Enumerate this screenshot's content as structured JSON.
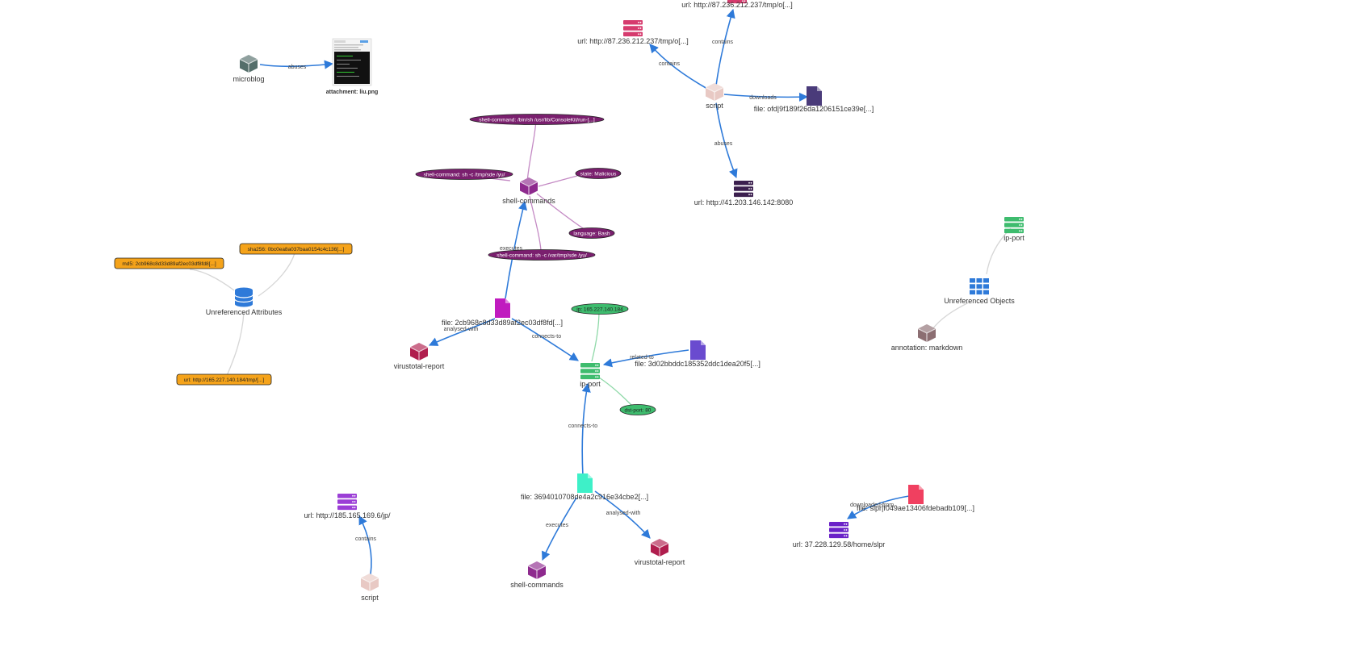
{
  "nodes": {
    "microblog": {
      "label": "microblog",
      "color": "#546e6a",
      "icon": "cube-icon"
    },
    "attachment": {
      "label": "attachment: liu.png",
      "icon": "image-thumbnail"
    },
    "url_top_right": {
      "label": "url: http://87.236.212.237/tmp/o[...]",
      "color": "#d63b6e",
      "icon": "server-icon"
    },
    "url_top_left": {
      "label": "url: http://87.236.212.237/tmp/o[...]",
      "color": "#d63b6e",
      "icon": "server-icon"
    },
    "script_top": {
      "label": "script",
      "color": "#e8c9c4",
      "icon": "cube-icon"
    },
    "file_ofd": {
      "label": "file: ofd|9f189f26da1206151ce39e[...]",
      "color": "#4a3b7a",
      "icon": "file-icon"
    },
    "url_41": {
      "label": "url: http://41.203.146.142:8080",
      "color": "#3b1f4e",
      "icon": "server-icon"
    },
    "shell_commands_main": {
      "label": "shell-commands",
      "color": "#8e2a8e",
      "icon": "cube-icon"
    },
    "file_2cb": {
      "label": "file: 2cb968c8d33d89af2ec03df8fd[...]",
      "color": "#c01bbf",
      "icon": "file-icon"
    },
    "virustotal_left": {
      "label": "virustotal-report",
      "color": "#b01e4e",
      "icon": "cube-icon"
    },
    "ip_port_center": {
      "label": "ip-port",
      "color": "#3ebc6e",
      "icon": "server-icon"
    },
    "file_3d0": {
      "label": "file: 3d02bbddc185352ddc1dea20f5[...]",
      "color": "#6a4bcf",
      "icon": "file-icon"
    },
    "file_369": {
      "label": "file: 3694010708de4a2c916e34cbe2[...]",
      "color": "#3ef0c8",
      "icon": "file-icon"
    },
    "shell_commands_bottom": {
      "label": "shell-commands",
      "color": "#8e2a8e",
      "icon": "cube-icon"
    },
    "virustotal_bottom": {
      "label": "virustotal-report",
      "color": "#b01e4e",
      "icon": "cube-icon"
    },
    "unref_attrs": {
      "label": "Unreferenced Attributes",
      "color": "#2e7ad9",
      "icon": "database-icon"
    },
    "url_185": {
      "label": "url: http://185.165.169.6/jp/",
      "color": "#9b3ed6",
      "icon": "server-icon"
    },
    "script_bottom": {
      "label": "script",
      "color": "#e8c9c4",
      "icon": "cube-icon"
    },
    "ip_port_right": {
      "label": "ip-port",
      "color": "#3ebc6e",
      "icon": "server-icon"
    },
    "unref_objects": {
      "label": "Unreferenced Objects",
      "color": "#2e7ad9",
      "icon": "grid-icon"
    },
    "annotation_markdown": {
      "label": "annotation: markdown",
      "color": "#8c6e72",
      "icon": "cube-icon"
    },
    "file_slpr": {
      "label": "file: slpr|f049ae13406fdebadb109[...]",
      "color": "#f04060",
      "icon": "file-icon"
    },
    "url_37": {
      "label": "url: 37.228.129.58/home/slpr",
      "color": "#6a22c8",
      "icon": "server-icon"
    }
  },
  "attributes": {
    "sc_consolekit": {
      "label": "shell-command: /bin/sh /usr/lib/ConsoleKit/run-[...]",
      "fill": "#7a1f6e"
    },
    "sc_tmp": {
      "label": "shell-command: sh -c /tmp/sde /yu/",
      "fill": "#7a1f6e"
    },
    "state": {
      "label": "state: Malicious",
      "fill": "#7a1f6e"
    },
    "language": {
      "label": "language: Bash",
      "fill": "#7a1f6e"
    },
    "sc_vartmp": {
      "label": "shell-command: sh -c /var/tmp/sde /yu/",
      "fill": "#7a1f6e"
    },
    "ip": {
      "label": "ip: 165.227.140.184",
      "fill": "#3ebc6e"
    },
    "dst_port": {
      "label": "dst-port: 80",
      "fill": "#3ebc6e"
    },
    "sha256": {
      "label": "sha256: 0bc0ea8a037baa0154c4c136[...]",
      "fill": "#f5a31a"
    },
    "md5": {
      "label": "md5: 2cb968c8d33d89af2ec03df8fd8[...]",
      "fill": "#f5a31a"
    },
    "url_165": {
      "label": "url: http://165.227.140.184/tmp/[...]",
      "fill": "#f5a31a"
    }
  },
  "edges": {
    "abuses_microblog": "abuses",
    "contains_top_right": "contains",
    "contains_top_left": "contains",
    "downloads": "downloads",
    "abuses_script": "abuses",
    "executes_main": "executes",
    "analysed_with_left": "analysed-with",
    "connects_to_top": "connects-to",
    "related_to": "related-to",
    "connects_to_bottom": "connects-to",
    "executes_bottom": "executes",
    "analysed_with_bottom": "analysed-with",
    "contains_bottom": "contains",
    "downloaded_from": "downloaded-from"
  },
  "colors": {
    "edge": "#2e7ad9",
    "attr_link_purple": "#c48ac4",
    "attr_link_green": "#8fd9a8",
    "attr_link_grey": "#d6d6d6"
  }
}
